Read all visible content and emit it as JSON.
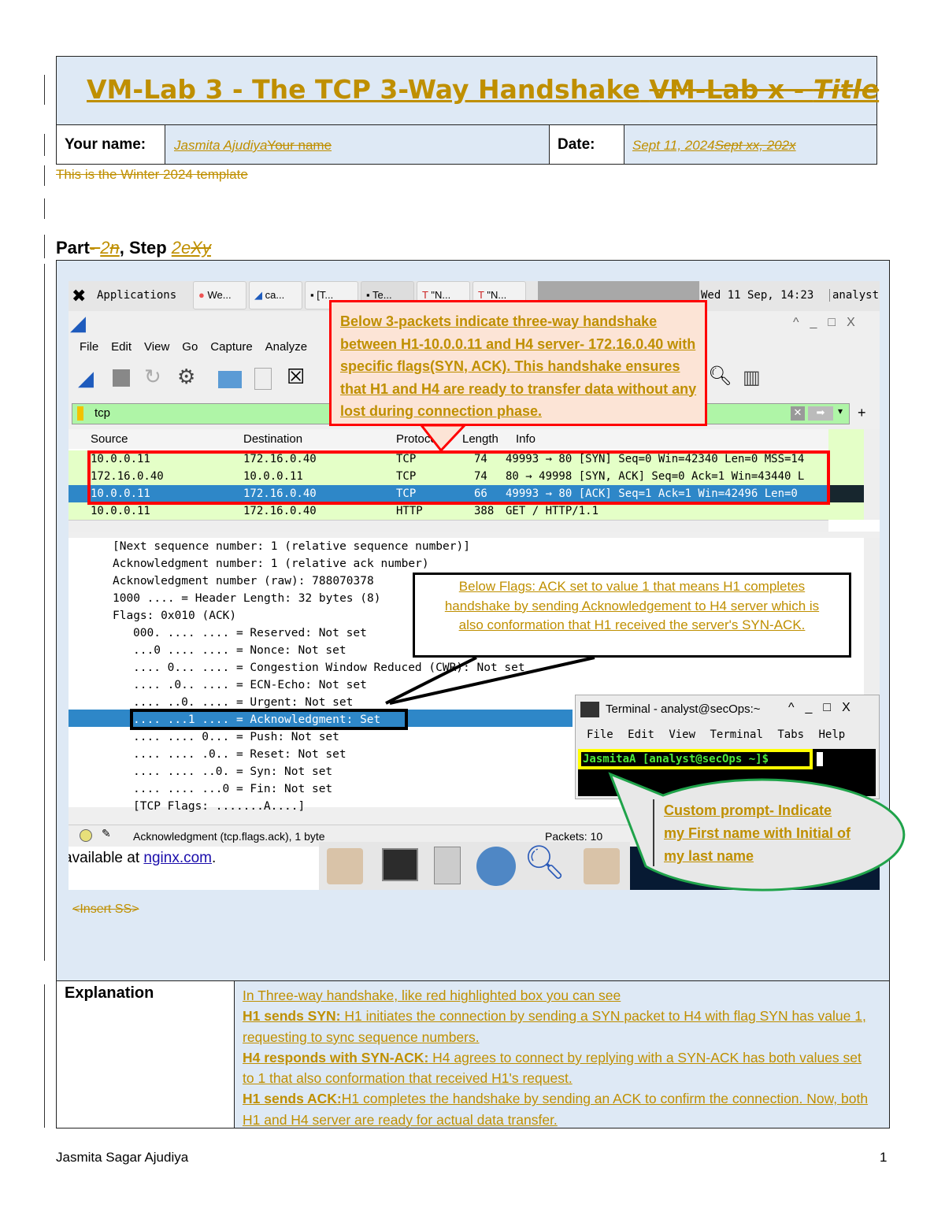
{
  "header": {
    "title_new": "VM-Lab 3 - The TCP 3-Way Handshake",
    "title_old_prefix": "VM-Lab x - ",
    "title_old_italic": "Title",
    "name_label": "Your name:",
    "name_value": "Jasmita Ajudiya",
    "name_old": "Your name ",
    "date_label": "Date:",
    "date_value": "Sept 11, 2024",
    "date_old": "Sept xx, 202x"
  },
  "template_note": "This is the Winter 2024 template",
  "part": {
    "part_label": "Part",
    "part_old_dash": "- ",
    "part_value": "2",
    "part_old": "n",
    "comma": ", ",
    "step_label": "Step ",
    "step_value": "2e",
    "step_old": "Xy "
  },
  "screenshot": {
    "taskbar": {
      "applications": "Applications",
      "items": [
        "We...",
        "ca...",
        "[T...",
        "Te...",
        "\"N...",
        "\"N..."
      ],
      "clock": "Wed 11 Sep, 14:23",
      "user": "analyst"
    },
    "menu": [
      "File",
      "Edit",
      "View",
      "Go",
      "Capture",
      "Analyze"
    ],
    "filter": "tcp",
    "columns": {
      "source": "Source",
      "destination": "Destination",
      "protocol": "Protocol",
      "length": "Length",
      "info": "Info"
    },
    "packets": [
      {
        "src": "10.0.0.11",
        "dst": "172.16.0.40",
        "proto": "TCP",
        "len": "74",
        "info": "49993 → 80 [SYN] Seq=0 Win=42340 Len=0 MSS=14"
      },
      {
        "src": "172.16.0.40",
        "dst": "10.0.0.11",
        "proto": "TCP",
        "len": "74",
        "info": "80 → 49998 [SYN, ACK] Seq=0 Ack=1 Win=43440 L"
      },
      {
        "src": "10.0.0.11",
        "dst": "172.16.0.40",
        "proto": "TCP",
        "len": "66",
        "info": "49993 → 80 [ACK] Seq=1 Ack=1 Win=42496 Len=0"
      },
      {
        "src": "10.0.0.11",
        "dst": "172.16.0.40",
        "proto": "HTTP",
        "len": "388",
        "info": "GET / HTTP/1.1"
      }
    ],
    "details": [
      "[Next sequence number: 1    (relative sequence number)]",
      "Acknowledgment number: 1    (relative ack number)",
      "Acknowledgment number (raw): 788070378",
      "1000 .... = Header Length: 32 bytes (8)",
      "Flags: 0x010 (ACK)",
      "000. .... .... = Reserved: Not set",
      "...0 .... .... = Nonce: Not set",
      ".... 0... .... = Congestion Window Reduced (CWR): Not set",
      ".... .0.. .... = ECN-Echo: Not set",
      ".... ..0. .... = Urgent: Not set",
      ".... ...1 .... = Acknowledgment: Set",
      ".... .... 0... = Push: Not set",
      ".... .... .0.. = Reset: Not set",
      ".... .... ..0. = Syn: Not set",
      ".... .... ...0 = Fin: Not set",
      "[TCP Flags: .......A....]"
    ],
    "status": {
      "field": "Acknowledgment (tcp.flags.ack), 1 byte",
      "packets": "Packets: 10"
    },
    "browser_text": "available at ",
    "browser_link": "nginx.com",
    "browser_period": ".",
    "terminal": {
      "title": "Terminal - analyst@secOps:~",
      "menu": [
        "File",
        "Edit",
        "View",
        "Terminal",
        "Tabs",
        "Help"
      ],
      "prompt": "JasmitaA [analyst@secOps ~]$"
    },
    "callout_red": "Below 3-packets indicate three-way handshake between H1-10.0.0.11 and H4 server- 172.16.0.40 with specific flags(SYN, ACK). This handshake ensures that H1 and H4 are ready to transfer data without any lost during connection phase.",
    "callout_black": "Below Flags: ACK set to value 1 that means H1 completes handshake by sending  Acknowledgement to H4 server which is also conformation that H1 received  the server's SYN-ACK.",
    "callout_green": "Custom prompt- Indicate my First name with Initial of my last name"
  },
  "insert_ss": "<Insert SS>",
  "explanation": {
    "label": "Explanation",
    "intro": "In Three-way handshake, like red highlighted box you can see",
    "s1_bold": "H1 sends SYN:",
    "s1": " H1 initiates the connection by sending a SYN packet to H4 with flag SYN has value 1, requesting to sync sequence numbers.",
    "s2_bold": "H4 responds with SYN-ACK:",
    "s2": " H4 agrees to connect by replying with a SYN-ACK has both values set to 1 that also conformation that received H1's request.",
    "s3_bold": "H1 sends ACK:",
    "s3": "H1 completes the handshake by sending an ACK to confirm the connection. Now, both H1 and H4 server are ready for actual data transfer."
  },
  "footer": {
    "author": "Jasmita Sagar Ajudiya",
    "page": "1"
  }
}
